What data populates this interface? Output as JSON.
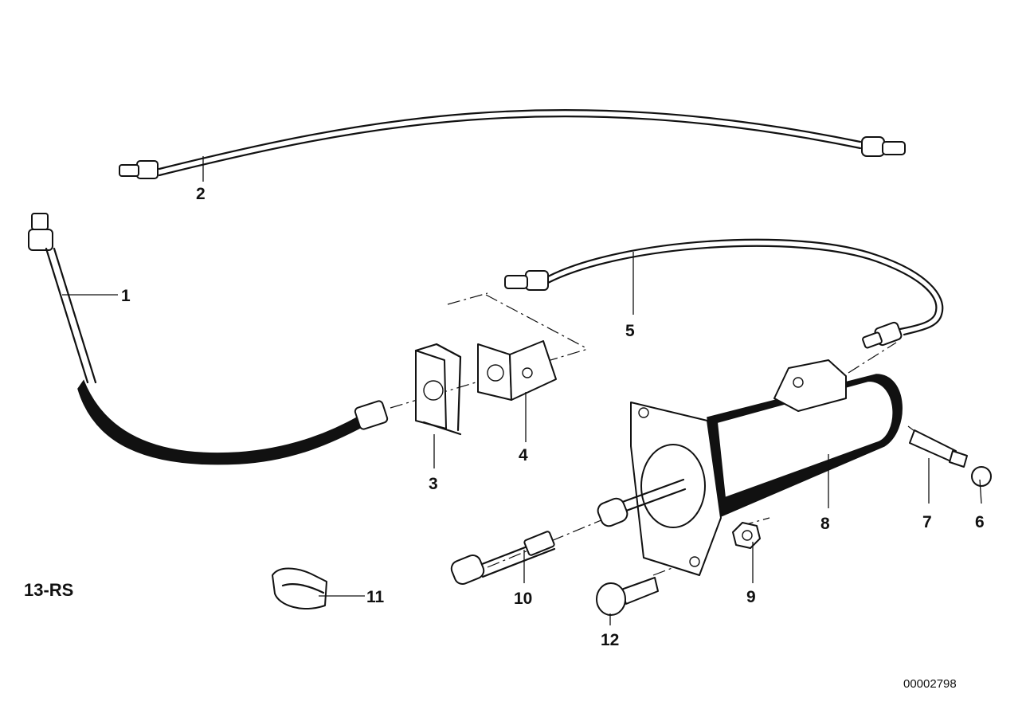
{
  "section_label": "13-RS",
  "diagram_id": "00002798",
  "callouts": [
    {
      "id": "1",
      "text": "1"
    },
    {
      "id": "2",
      "text": "2"
    },
    {
      "id": "3",
      "text": "3"
    },
    {
      "id": "4",
      "text": "4"
    },
    {
      "id": "5",
      "text": "5"
    },
    {
      "id": "6",
      "text": "6"
    },
    {
      "id": "7",
      "text": "7"
    },
    {
      "id": "8",
      "text": "8"
    },
    {
      "id": "9",
      "text": "9"
    },
    {
      "id": "10",
      "text": "10"
    },
    {
      "id": "11",
      "text": "11"
    },
    {
      "id": "12",
      "text": "12"
    }
  ]
}
